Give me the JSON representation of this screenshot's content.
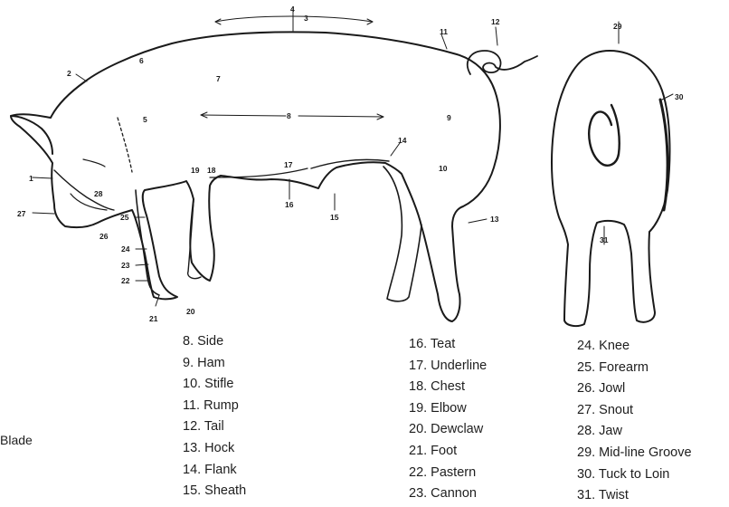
{
  "callouts": [
    "1",
    "2",
    "3",
    "4",
    "5",
    "6",
    "7",
    "8",
    "9",
    "10",
    "11",
    "12",
    "13",
    "14",
    "15",
    "16",
    "17",
    "18",
    "19",
    "20",
    "21",
    "22",
    "23",
    "24",
    "25",
    "26",
    "27",
    "28",
    "29",
    "30",
    "31"
  ],
  "legend": {
    "col_a": [
      "8. Side",
      "9. Ham",
      "10. Stifle",
      "11. Rump",
      "12. Tail",
      "13. Hock",
      "14. Flank",
      "15. Sheath"
    ],
    "col_b": [
      "16. Teat",
      "17. Underline",
      "18. Chest",
      "19. Elbow",
      "20. Dewclaw",
      "21. Foot",
      "22. Pastern",
      "23. Cannon"
    ],
    "col_c": [
      "24. Knee",
      "25. Forearm",
      "26. Jowl",
      "27. Snout",
      "28. Jaw",
      "29. Mid-line Groove",
      "30. Tuck to Loin",
      "31. Twist"
    ],
    "partial_left": "Blade"
  },
  "colors": {
    "ink": "#1a1a1a",
    "background": "#ffffff"
  }
}
